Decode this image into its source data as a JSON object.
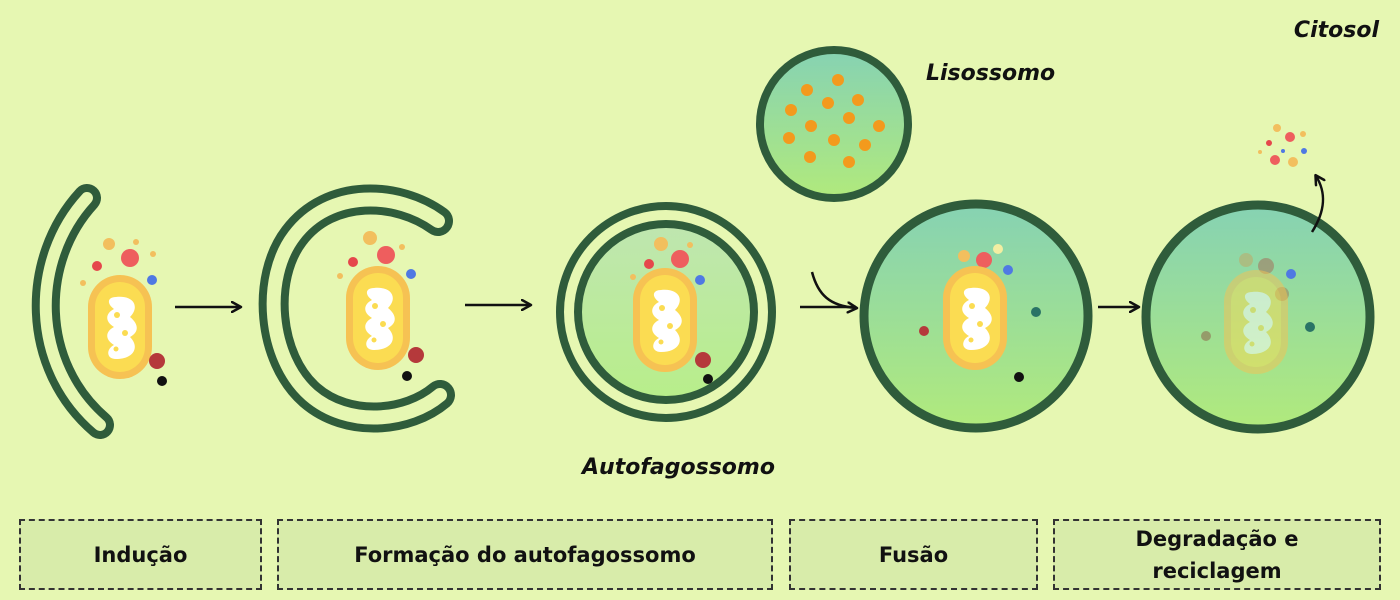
{
  "labels": {
    "cytosol": "Citosol",
    "lysosome": "Lisossomo",
    "autophagosome": "Autofagossomo"
  },
  "stages": [
    {
      "label": "Indução"
    },
    {
      "label": "Formação do autofagossomo"
    },
    {
      "label": "Fusão"
    },
    {
      "label": "Degradação e\nreciclagem"
    }
  ],
  "colors": {
    "background": "#e6f7b2",
    "membrane": "#2f5c3b",
    "lumen_top": "#86d2b3",
    "lumen_bottom": "#b1ea7c",
    "mitochondrion_outer": "#f6c253",
    "mitochondrion_inner": "#fbdc52",
    "lysosome_enzyme": "#f39a1d",
    "stage_box": "#d8ecaa"
  }
}
